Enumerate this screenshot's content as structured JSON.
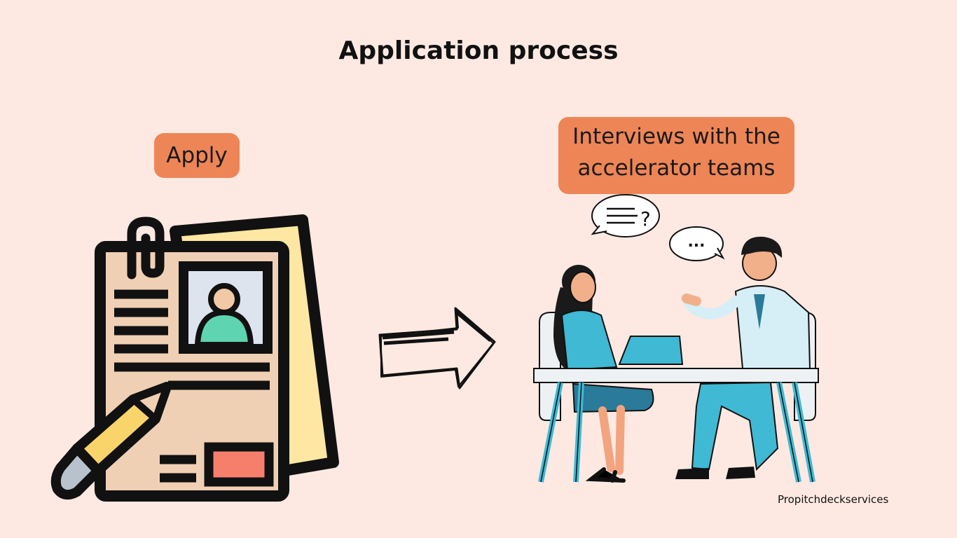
{
  "title": "Application process",
  "steps": [
    {
      "label": "Apply"
    },
    {
      "label": "Interviews with the accelerator teams"
    }
  ],
  "speech": {
    "question_mark": "?",
    "dots": "..."
  },
  "credit": "Propitchdeckservices",
  "colors": {
    "background": "#fde9e2",
    "label_bg": "#ee8556",
    "doc_body": "#f0d0b4",
    "doc_back": "#fde7a2",
    "photo_bg": "#dde4ee",
    "avatar": "#5fd4b0",
    "pencil": "#f9d46a",
    "stamp": "#f67f6b",
    "teal": "#3fb9d4"
  },
  "icons": [
    "resume-document-icon",
    "paperclip-icon",
    "pencil-icon",
    "hand-drawn-arrow-icon",
    "interview-illustration"
  ]
}
